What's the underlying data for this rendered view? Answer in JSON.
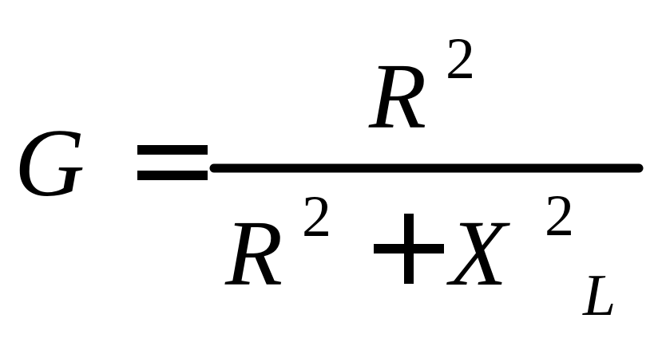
{
  "formula": {
    "lhs": "G",
    "equals": "=",
    "numerator": {
      "base": "R",
      "exponent": "2"
    },
    "denominator": {
      "term1_base": "R",
      "term1_exponent": "2",
      "plus": "+",
      "term2_base": "X",
      "term2_exponent": "2",
      "term2_subscript": "L"
    }
  }
}
